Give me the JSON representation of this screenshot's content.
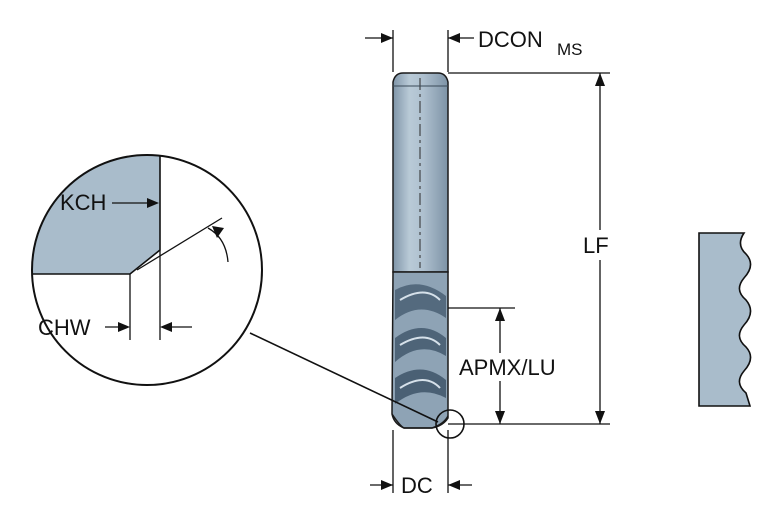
{
  "labels": {
    "dcon": "DCON",
    "dcon_sub": "MS",
    "lf": "LF",
    "apmx_lu": "APMX/LU",
    "dc": "DC",
    "kch": "KCH",
    "chw": "CHW"
  },
  "colors": {
    "tool_fill": "#a9bccb",
    "tool_dark": "#5f7488",
    "line": "#111111",
    "background": "#ffffff"
  }
}
